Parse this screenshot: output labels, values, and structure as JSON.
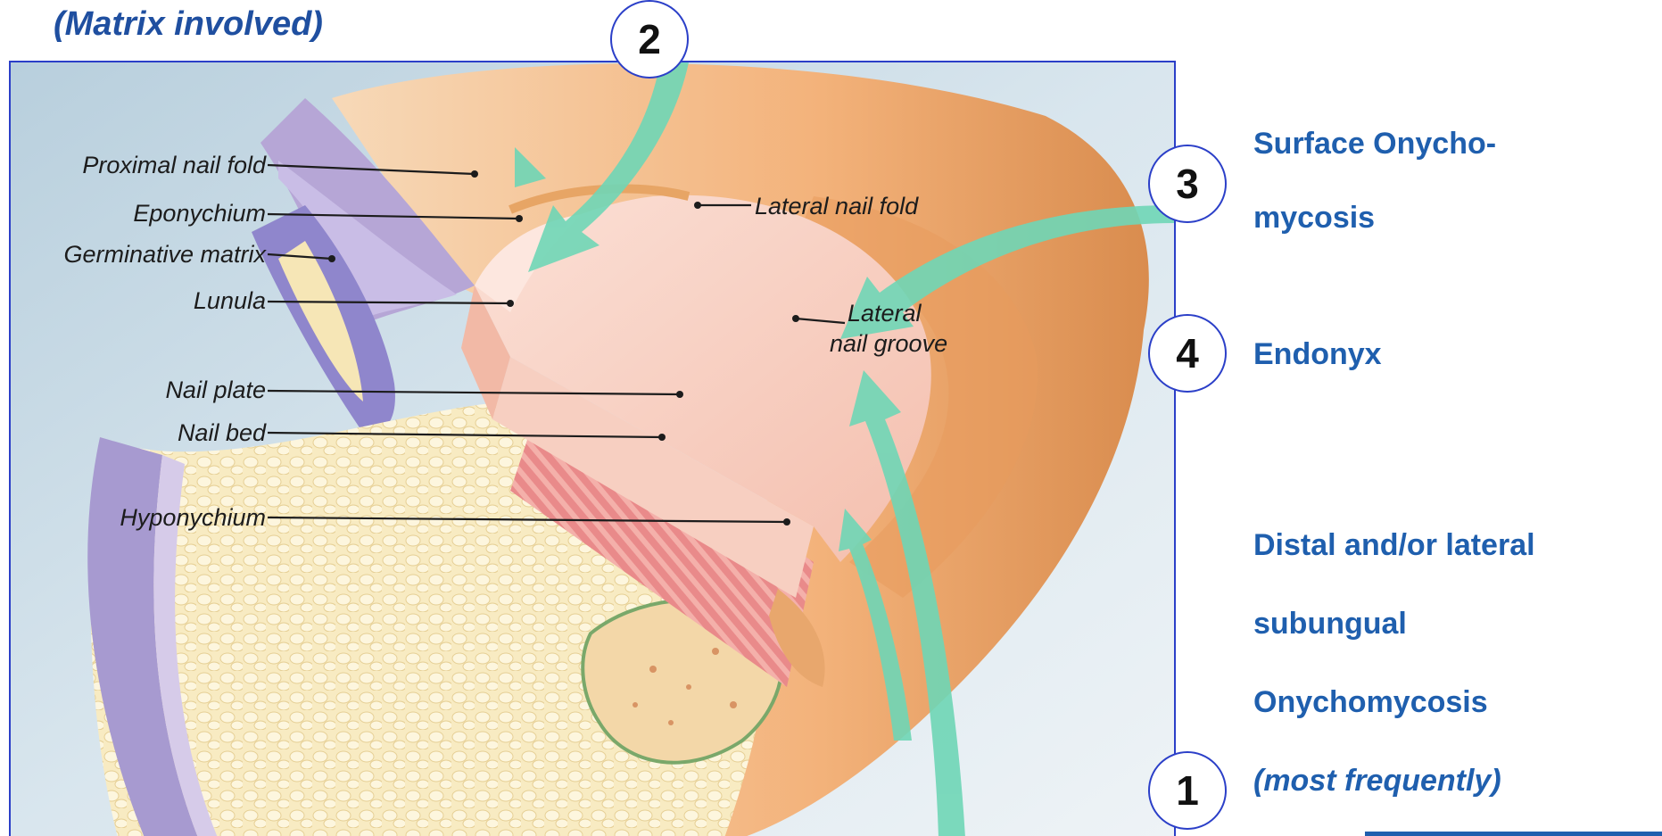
{
  "caption": {
    "top": "(Matrix involved)"
  },
  "badges": {
    "b1": "1",
    "b2": "2",
    "b3": "3",
    "b4": "4"
  },
  "side": {
    "surface_line1": "Surface  Onycho-",
    "surface_line2": "mycosis",
    "endonyx": "Endonyx",
    "distal_line1": "Distal and/or lateral",
    "distal_line2": "subungual",
    "distal_line3": "Onychomycosis",
    "distal_line4": "(most frequently)"
  },
  "labels": {
    "proximal_nail_fold": "Proximal nail fold",
    "eponychium": "Eponychium",
    "germinative_matrix": "Germinative matrix",
    "lunula": "Lunula",
    "nail_plate": "Nail plate",
    "nail_bed": "Nail bed",
    "hyponychium": "Hyponychium",
    "lateral_nail_fold": "Lateral nail fold",
    "lateral_nail_groove_1": "Lateral",
    "lateral_nail_groove_2": "nail groove"
  },
  "colors": {
    "accent_blue": "#1f5fae",
    "frame_blue": "#2b3fc8",
    "arrow_green": "#6fd6b6",
    "skin_orange": "#f3b27a",
    "nail_pink": "#f7c9bd",
    "background_blue": "#c9dde8"
  }
}
